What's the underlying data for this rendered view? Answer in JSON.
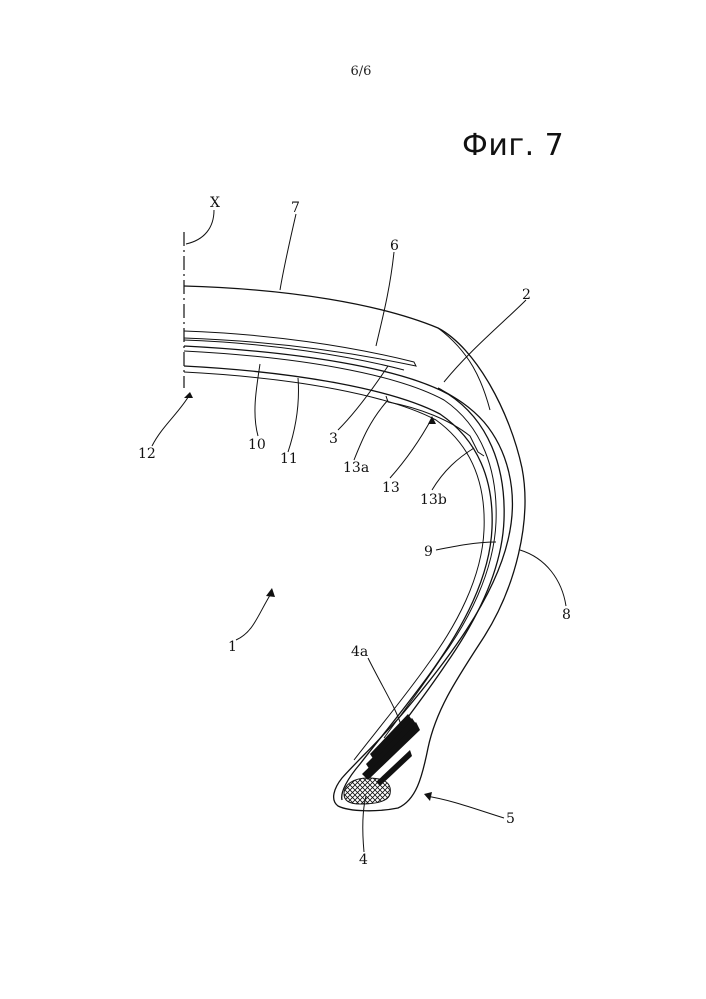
{
  "page_number": "6/6",
  "figure_title": "Фиг. 7",
  "labels": {
    "x_axis": "X",
    "l1": "1",
    "l2": "2",
    "l3": "3",
    "l4": "4",
    "l4a": "4a",
    "l5": "5",
    "l6": "6",
    "l7": "7",
    "l8": "8",
    "l9": "9",
    "l10": "10",
    "l11": "11",
    "l12": "12",
    "l13": "13",
    "l13a": "13a",
    "l13b": "13b"
  }
}
